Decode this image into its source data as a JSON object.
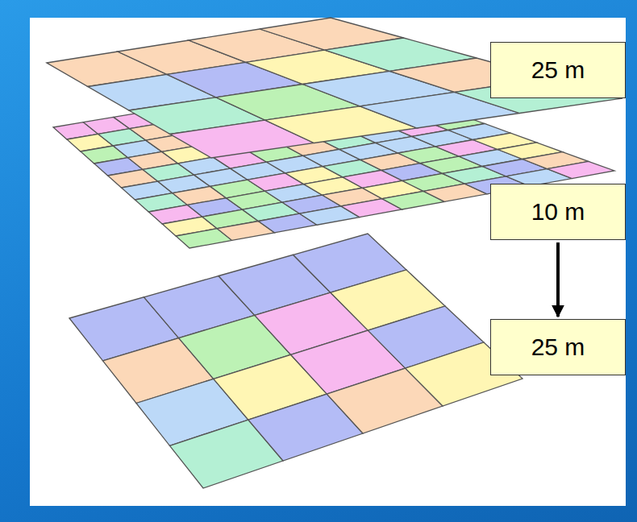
{
  "diagram": {
    "nodes": [
      {
        "text": [
          "25 m"
        ]
      },
      {
        "text": [
          "10 m"
        ]
      },
      {
        "text": [
          "25 m"
        ]
      }
    ],
    "edges": [
      {
        "from": 1,
        "to": 2,
        "arrow": "to"
      }
    ]
  }
}
